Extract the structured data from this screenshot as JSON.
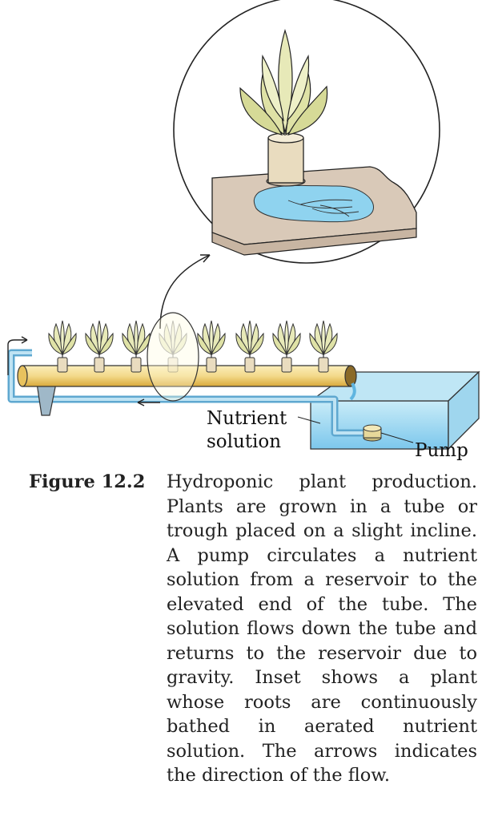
{
  "labels": {
    "nutrient_solution_line1": "Nutrient",
    "nutrient_solution_line2": "solution",
    "pump": "Pump"
  },
  "caption": {
    "figure_number": "Figure 12.2",
    "text": "Hydroponic plant production. Plants are grown in a tube or trough placed on a slight incline. A pump circulates a nutrient solution from a reservoir to the elevated end of the tube. The solution flows down the tube and returns to the reservoir due to gravity. Inset shows a plant whose roots are continuously bathed in aerated nutrient solution. The arrows indicates the direction of the flow."
  },
  "colors": {
    "tube": "#f3d98a",
    "tube_shade": "#e2b94c",
    "water": "#8fd3ef",
    "water_dark": "#4aa8d8",
    "leaf": "#e7e9b8",
    "pot": "#e9dcbf",
    "base": "#d9c9b8"
  }
}
